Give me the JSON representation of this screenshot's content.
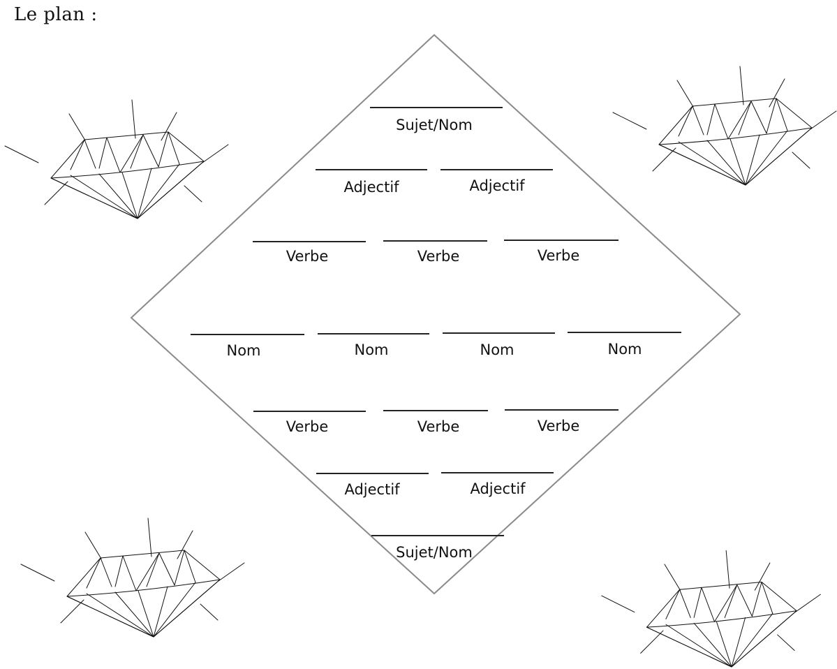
{
  "title": "Le plan :",
  "rows": [
    {
      "id": "subject-top",
      "label": "Sujet/Nom",
      "count": 1
    },
    {
      "id": "adjectives-top",
      "label": "Adjectif",
      "count": 2
    },
    {
      "id": "verbs-top",
      "label": "Verbe",
      "count": 3
    },
    {
      "id": "nouns-middle",
      "label": "Nom",
      "count": 4
    },
    {
      "id": "verbs-bottom",
      "label": "Verbe",
      "count": 3
    },
    {
      "id": "adjectives-bottom",
      "label": "Adjectif",
      "count": 2
    },
    {
      "id": "subject-bottom",
      "label": "Sujet/Nom",
      "count": 1
    }
  ],
  "icons": [
    "diamond-gem-icon",
    "diamond-gem-icon",
    "diamond-gem-icon",
    "diamond-gem-icon"
  ]
}
